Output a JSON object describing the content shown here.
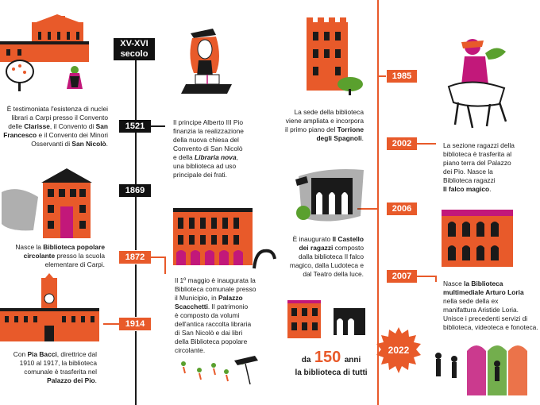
{
  "colors": {
    "orange": "#e85a2a",
    "black": "#1a1a1a",
    "magenta": "#c2187a",
    "green": "#5aa02e"
  },
  "timeline": {
    "label_xv": "XV-XVI",
    "label_secolo": "secolo",
    "y1521": "1521",
    "y1869": "1869",
    "y1872": "1872",
    "y1914": "1914",
    "y1985": "1985",
    "y2002": "2002",
    "y2006": "2006",
    "y2007": "2007",
    "y2022": "2022"
  },
  "texts": {
    "xv": {
      "l1": "È testimoniata l'esistenza di nuclei",
      "l2": "librari a Carpi presso il Convento",
      "l3a": "delle ",
      "l3b": "Clarisse",
      "l3c": ", il Convento di ",
      "l3d": "San",
      "l4a": "Francesco",
      "l4b": " e il Convento dei Minori",
      "l5a": "Osservanti di ",
      "l5b": "San Nicolò",
      "l5c": "."
    },
    "t1521": {
      "l1": "Il principe Alberto III Pio",
      "l2": "finanzia la realizzazione",
      "l3": "della nuova chiesa del",
      "l4": "Convento di San Nicolò",
      "l5a": "e della ",
      "l5b": "Libraria nova",
      "l5c": ",",
      "l6": "una biblioteca ad uso",
      "l7": "principale dei frati."
    },
    "t1869": {
      "l1a": "Nasce la ",
      "l1b": "Biblioteca popolare",
      "l2a": "circolante",
      "l2b": " presso la scuola",
      "l3": "elementare di Carpi."
    },
    "t1872": {
      "l1": "Il 1º maggio è inaugurata la",
      "l2": "Biblioteca comunale presso",
      "l3a": "il Municipio, in ",
      "l3b": "Palazzo",
      "l4a": "Scacchetti",
      "l4b": ". Il patrimonio",
      "l5": "è composto da volumi",
      "l6": "dell'antica raccolta libraria",
      "l7": "di San Nicolò e dai libri",
      "l8": "della Biblioteca popolare",
      "l9": "circolante."
    },
    "t1914": {
      "l1a": "Con ",
      "l1b": "Pia Bacci",
      "l1c": ", direttrice dal",
      "l2": "1910 al 1917, la biblioteca",
      "l3": "comunale è trasferita nel",
      "l4a": "Palazzo dei Pio",
      "l4b": "."
    },
    "t1985": {
      "l1": "La sede della biblioteca",
      "l2": "viene ampliata e incorpora",
      "l3a": "il primo piano del ",
      "l3b": "Torrione",
      "l4a": "degli Spagnoli",
      "l4b": "."
    },
    "t2002": {
      "l1": "La sezione ragazzi della",
      "l2": "biblioteca è trasferita al",
      "l3": "piano terra del Palazzo",
      "l4": "dei Pio. Nasce la",
      "l5": "Biblioteca ragazzi",
      "l6a": "Il falco magico",
      "l6b": "."
    },
    "t2006": {
      "l1a": "È inaugurato ",
      "l1b": "Il Castello",
      "l2a": "dei ragazzi",
      "l2b": " composto",
      "l3": "dalla biblioteca Il falco",
      "l4": "magico, dalla Ludoteca e",
      "l5": "dal Teatro della luce."
    },
    "t2007": {
      "l1a": "Nasce ",
      "l1b": "la Biblioteca",
      "l2": "multimediale Arturo Loria",
      "l3": "nella sede della ex",
      "l4": "manifattura Aristide Loria.",
      "l5": "Unisce i precedenti servizi di",
      "l6": "biblioteca, videoteca e fonoteca."
    },
    "anniv": {
      "da": "da",
      "num": "150",
      "anni": "anni",
      "line2": "la biblioteca di tutti"
    }
  }
}
